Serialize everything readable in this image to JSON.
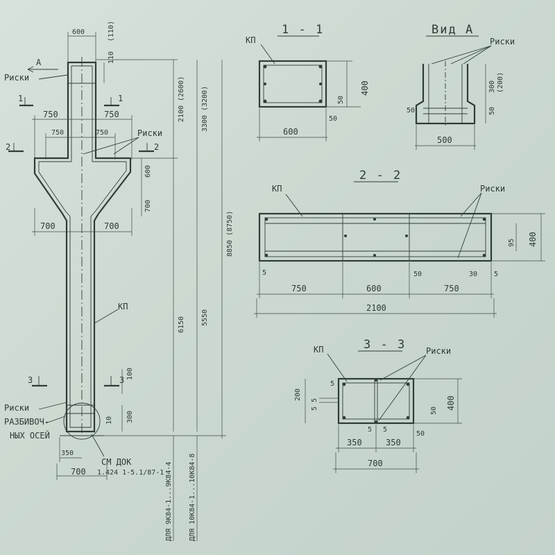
{
  "elevation": {
    "view_mark": "А",
    "mark_1": "1",
    "mark_2": "2",
    "mark_3": "3",
    "riski": "Риски",
    "kp": "КП",
    "razbivoch_1": "РАЗБИВОЧ-",
    "razbivoch_2": "НЫХ ОСЕЙ",
    "see_doc_1": "СМ ДОК",
    "see_doc_2": "1.424 1-5.1/87-1",
    "for_9k84": "ДЛЯ 9К84-1...9К84-4",
    "for_10k84": "ДЛЯ 10К84-1...10К84-8",
    "dims": {
      "top_width": "600",
      "console_left": "750",
      "console_right": "750",
      "inner_left": "750",
      "inner_right": "750",
      "base_left": "700",
      "base_right": "700",
      "half_base": "350",
      "base_width": "700",
      "d110": "110",
      "d110_alt": "(110)",
      "d600": "600",
      "d700": "700",
      "d100": "100",
      "d300": "300",
      "d10": "10",
      "h2100": "2100 (2600)",
      "h3300": "3300 (3200)",
      "h6150": "6150",
      "h5550": "5550",
      "h8850": "8850 (8750)"
    }
  },
  "section_1_1": {
    "title": "1 - 1",
    "kp": "КП",
    "width": "600",
    "height": "400",
    "cover": "50"
  },
  "view_a": {
    "title": "Вид А",
    "riski": "Риски",
    "width": "500",
    "height": "300",
    "height_alt": "(200)",
    "cover": "50"
  },
  "section_2_2": {
    "title": "2 - 2",
    "kp": "КП",
    "riski": "Риски",
    "seg_left": "750",
    "seg_mid": "600",
    "seg_right": "750",
    "total": "2100",
    "gap": "5",
    "cover": "50",
    "d30": "30",
    "height": "400",
    "d95": "95"
  },
  "section_3_3": {
    "title": "3 - 3",
    "kp": "КП",
    "riski": "Риски",
    "d200": "200",
    "gap": "5",
    "height": "400",
    "cover": "50",
    "half_left": "350",
    "half_right": "350",
    "width": "700"
  }
}
